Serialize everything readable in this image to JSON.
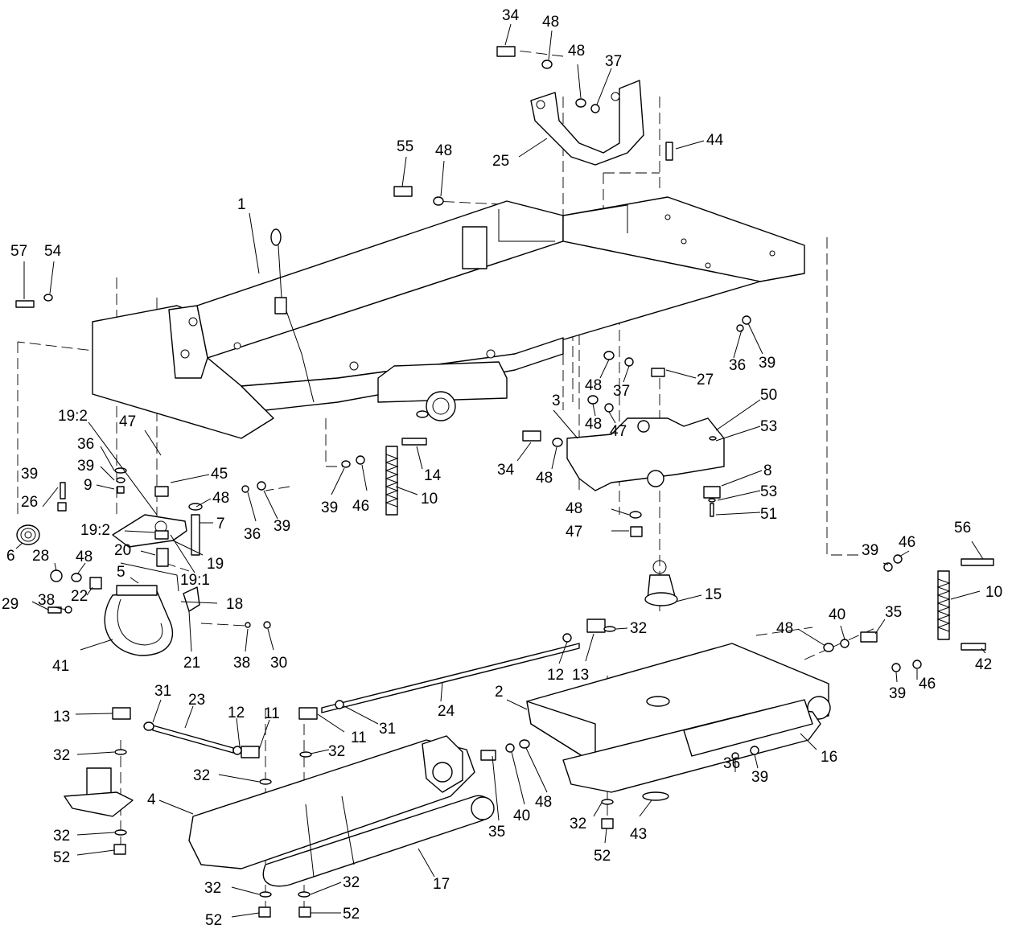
{
  "callouts": [
    {
      "id": "c34a",
      "text": "34"
    },
    {
      "id": "c48a",
      "text": "48"
    },
    {
      "id": "c48b",
      "text": "48"
    },
    {
      "id": "c37a",
      "text": "37"
    },
    {
      "id": "c25",
      "text": "25"
    },
    {
      "id": "c55",
      "text": "55"
    },
    {
      "id": "c48c",
      "text": "48"
    },
    {
      "id": "c44",
      "text": "44"
    },
    {
      "id": "c1",
      "text": "1"
    },
    {
      "id": "c57",
      "text": "57"
    },
    {
      "id": "c54",
      "text": "54"
    },
    {
      "id": "c36a",
      "text": "36"
    },
    {
      "id": "c39a",
      "text": "39"
    },
    {
      "id": "c48d",
      "text": "48"
    },
    {
      "id": "c37b",
      "text": "37"
    },
    {
      "id": "c27",
      "text": "27"
    },
    {
      "id": "c48e",
      "text": "48"
    },
    {
      "id": "c47a",
      "text": "47"
    },
    {
      "id": "c50",
      "text": "50"
    },
    {
      "id": "c53a",
      "text": "53"
    },
    {
      "id": "c3",
      "text": "3"
    },
    {
      "id": "c19_2a",
      "text": "19:2"
    },
    {
      "id": "c47b",
      "text": "47"
    },
    {
      "id": "c36b",
      "text": "36"
    },
    {
      "id": "c39b",
      "text": "39"
    },
    {
      "id": "c9",
      "text": "9"
    },
    {
      "id": "c45",
      "text": "45"
    },
    {
      "id": "c14",
      "text": "14"
    },
    {
      "id": "c34b",
      "text": "34"
    },
    {
      "id": "c48f",
      "text": "48"
    },
    {
      "id": "c8",
      "text": "8"
    },
    {
      "id": "c53b",
      "text": "53"
    },
    {
      "id": "c39c",
      "text": "39"
    },
    {
      "id": "c26",
      "text": "26"
    },
    {
      "id": "c48g",
      "text": "48"
    },
    {
      "id": "c39d",
      "text": "39"
    },
    {
      "id": "c46a",
      "text": "46"
    },
    {
      "id": "c10a",
      "text": "10"
    },
    {
      "id": "c36c",
      "text": "36"
    },
    {
      "id": "c39e",
      "text": "39"
    },
    {
      "id": "c7",
      "text": "7"
    },
    {
      "id": "c48h",
      "text": "48"
    },
    {
      "id": "c51",
      "text": "51"
    },
    {
      "id": "c47c",
      "text": "47"
    },
    {
      "id": "c19_2b",
      "text": "19:2"
    },
    {
      "id": "c6",
      "text": "6"
    },
    {
      "id": "c28",
      "text": "28"
    },
    {
      "id": "c48i",
      "text": "48"
    },
    {
      "id": "c20",
      "text": "20"
    },
    {
      "id": "c19",
      "text": "19"
    },
    {
      "id": "c5",
      "text": "5"
    },
    {
      "id": "c19_1",
      "text": "19:1"
    },
    {
      "id": "c39f",
      "text": "39"
    },
    {
      "id": "c46b",
      "text": "46"
    },
    {
      "id": "c56",
      "text": "56"
    },
    {
      "id": "c10b",
      "text": "10"
    },
    {
      "id": "c15",
      "text": "15"
    },
    {
      "id": "c29",
      "text": "29"
    },
    {
      "id": "c38a",
      "text": "38"
    },
    {
      "id": "c22",
      "text": "22"
    },
    {
      "id": "c18",
      "text": "18"
    },
    {
      "id": "c40a",
      "text": "40"
    },
    {
      "id": "c35a",
      "text": "35"
    },
    {
      "id": "c48j",
      "text": "48"
    },
    {
      "id": "c32a",
      "text": "32"
    },
    {
      "id": "c41",
      "text": "41"
    },
    {
      "id": "c21",
      "text": "21"
    },
    {
      "id": "c38b",
      "text": "38"
    },
    {
      "id": "c30",
      "text": "30"
    },
    {
      "id": "c12a",
      "text": "12"
    },
    {
      "id": "c13a",
      "text": "13"
    },
    {
      "id": "c39g",
      "text": "39"
    },
    {
      "id": "c46c",
      "text": "46"
    },
    {
      "id": "c42",
      "text": "42"
    },
    {
      "id": "c2",
      "text": "2"
    },
    {
      "id": "c24",
      "text": "24"
    },
    {
      "id": "c31a",
      "text": "31"
    },
    {
      "id": "c23",
      "text": "23"
    },
    {
      "id": "c13b",
      "text": "13"
    },
    {
      "id": "c12b",
      "text": "12"
    },
    {
      "id": "c11a",
      "text": "11"
    },
    {
      "id": "c11b",
      "text": "11"
    },
    {
      "id": "c31b",
      "text": "31"
    },
    {
      "id": "c16",
      "text": "16"
    },
    {
      "id": "c32b",
      "text": "32"
    },
    {
      "id": "c32c",
      "text": "32"
    },
    {
      "id": "c32d",
      "text": "32"
    },
    {
      "id": "c36d",
      "text": "36"
    },
    {
      "id": "c39h",
      "text": "39"
    },
    {
      "id": "c4",
      "text": "4"
    },
    {
      "id": "c35b",
      "text": "35"
    },
    {
      "id": "c40b",
      "text": "40"
    },
    {
      "id": "c48k",
      "text": "48"
    },
    {
      "id": "c32e",
      "text": "32"
    },
    {
      "id": "c43",
      "text": "43"
    },
    {
      "id": "c32f",
      "text": "32"
    },
    {
      "id": "c52a",
      "text": "52"
    },
    {
      "id": "c52b",
      "text": "52"
    },
    {
      "id": "c17",
      "text": "17"
    },
    {
      "id": "c32g",
      "text": "32"
    },
    {
      "id": "c32h",
      "text": "32"
    },
    {
      "id": "c52c",
      "text": "52"
    },
    {
      "id": "c52d",
      "text": "52"
    }
  ]
}
